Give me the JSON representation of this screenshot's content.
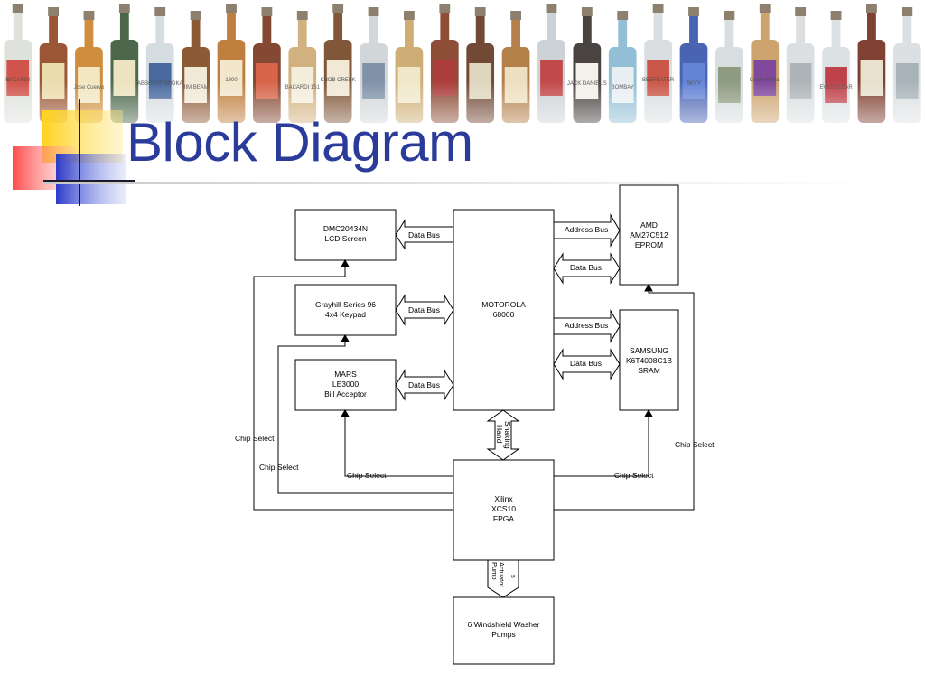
{
  "slide": {
    "title": "Block Diagram"
  },
  "banner": {
    "bottles": [
      {
        "label": "BACARDI",
        "body": "#d9dcd6",
        "band": "#c8372d"
      },
      {
        "label": "",
        "body": "#8a3a12",
        "band": "#e8d7a0"
      },
      {
        "label": "Jose Cuervo",
        "body": "#c77a1c",
        "band": "#f1e3b8"
      },
      {
        "label": "",
        "body": "#2d4d2b",
        "band": "#e9dfb6"
      },
      {
        "label": "ABSOLUT VODKA",
        "body": "#cfd8dc",
        "band": "#2a4f8f"
      },
      {
        "label": "JIM BEAM",
        "body": "#7a3e14",
        "band": "#efe6d0"
      },
      {
        "label": "1800",
        "body": "#b56a1e",
        "band": "#f0e2c4"
      },
      {
        "label": "",
        "body": "#6e2a10",
        "band": "#d24a2b"
      },
      {
        "label": "BACARDI 151",
        "body": "#c9a46a",
        "band": "#f1ead5"
      },
      {
        "label": "KNOB CREEK",
        "body": "#6b3a16",
        "band": "#efe6cf"
      },
      {
        "label": "",
        "body": "#c9d0d2",
        "band": "#6a7f9a"
      },
      {
        "label": "",
        "body": "#c7a15e",
        "band": "#eee3c2"
      },
      {
        "label": "",
        "body": "#7a2f15",
        "band": "#9e1c1c"
      },
      {
        "label": "",
        "body": "#5a2a12",
        "band": "#d9cfb4"
      },
      {
        "label": "",
        "body": "#a86a2a",
        "band": "#eadbb6"
      },
      {
        "label": "",
        "body": "#c5cbd0",
        "band": "#b82a2a"
      },
      {
        "label": "JACK DANIEL'S",
        "body": "#2a2320",
        "band": "#f2efe8"
      },
      {
        "label": "BOMBAY",
        "body": "#7fb4cf",
        "band": "#e4edf2"
      },
      {
        "label": "BEEFEATER",
        "body": "#d4d9dc",
        "band": "#c23a2a"
      },
      {
        "label": "SKYY",
        "body": "#2b4aa8",
        "band": "#4a6fd0"
      },
      {
        "label": "",
        "body": "#d2d8da",
        "band": "#7a8a6a"
      },
      {
        "label": "Crown Royal",
        "body": "#c59455",
        "band": "#6a2a8a"
      },
      {
        "label": "",
        "body": "#d5dadc",
        "band": "#a0a8ac"
      },
      {
        "label": "EVERCLEAR",
        "body": "#d7dde0",
        "band": "#b5202a"
      },
      {
        "label": "",
        "body": "#6a2010",
        "band": "#e5dcc6"
      },
      {
        "label": "",
        "body": "#d6dbde",
        "band": "#9aa6ad"
      }
    ]
  },
  "diagram": {
    "blocks": {
      "lcd": [
        "DMC20434N",
        "LCD Screen"
      ],
      "keypad": [
        "Grayhill Series 96",
        "4x4 Keypad"
      ],
      "mars": [
        "MARS",
        "LE3000",
        "Bill Acceptor"
      ],
      "cpu": [
        "MOTOROLA",
        "68000"
      ],
      "eprom": [
        "AMD",
        "AM27C512",
        "EPROM"
      ],
      "sram": [
        "SAMSUNG",
        "K6T4008C1B",
        "SRAM"
      ],
      "fpga": [
        "Xilinx",
        "XCS10",
        "FPGA"
      ],
      "pumps": [
        "6 Windshield Washer",
        "Pumps"
      ]
    },
    "labels": {
      "data_bus": "Data Bus",
      "address_bus": "Address Bus",
      "chip_select": "Chip Select",
      "hand_shaking": [
        "Hand",
        "Shaking"
      ],
      "pump_actuators": [
        "Pump",
        "Actuator",
        "s"
      ]
    }
  }
}
